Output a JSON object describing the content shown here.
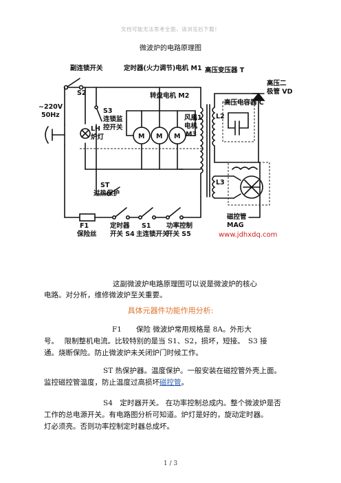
{
  "header": {
    "watermark": "文档可能无法思考全面，请浏览后下载！"
  },
  "doc": {
    "title": "微波炉的电路原理图"
  },
  "diagram": {
    "labels": {
      "s2_switch": "副连锁开关",
      "s2": "S2",
      "timer_motor": "定时器(火力调节)电机 M1",
      "transformer": "高压变压器 T",
      "voltage": "~220V",
      "freq": "50Hz",
      "s3": "S3",
      "s3_desc1": "连锁监",
      "s3_desc2": "控开关",
      "turntable": "转盘电机 M2",
      "lh": "LH",
      "lamp": "炉灯",
      "m": "M",
      "fan1": "风扇",
      "fan2": "电机",
      "m3": "M3",
      "l1": "L1",
      "l2": "L2",
      "l3": "L3",
      "capacitor": "高压电容器 C",
      "diode1": "高压二",
      "diode2": "极管 VD",
      "st": "ST",
      "st_desc": "过热保护",
      "f1": "F1",
      "fuse": "保险丝",
      "s4a": "定时器",
      "s4b": "开关 S4",
      "s1": "S1",
      "s1_desc": "主连锁开关",
      "s5a": "功率控制",
      "s5b": "开关 S5",
      "magnetron1": "磁控管",
      "magnetron2": "MAG",
      "website": "www.jdhxdq.com"
    },
    "colors": {
      "line": "#111111",
      "dashed": "#222222",
      "website": "#d02020"
    }
  },
  "body": {
    "intro_line1": "这副微波炉电路原理图可以说是微波炉的核心",
    "intro_line2": "电路。对分析，维修微波炉至关重要。",
    "section_heading": "具体元器件功能作用分析:",
    "f1_line1": "F1　　保险 微波炉常用规格是 8A。外形大",
    "f1_line2": "号。　 限制整机电流。比较特别的是当 S1、S2，损坏，短接。　S3 接",
    "f1_line3": "通。烧断保险。防止微波炉未关闭炉门时候工作。",
    "st_line1": "ST 热保护器。温度保护。一般安装在磁控管外壳上面。",
    "st_line2_pre": "监控磁控管温度，防止温度过高损坏",
    "st_line2_link": "磁控管",
    "st_line2_post": "。",
    "s4_line1": "S4　定时器开关。 在功率控制总成内。整个微波炉是否",
    "s4_line2": "工作的总电源开关。有电路图分析可知道。炉灯是好的，旋动定时器。",
    "s4_line3": "灯必须亮。否则功率控制定时器总成坏。"
  },
  "footer": {
    "page": "1 / 3"
  }
}
